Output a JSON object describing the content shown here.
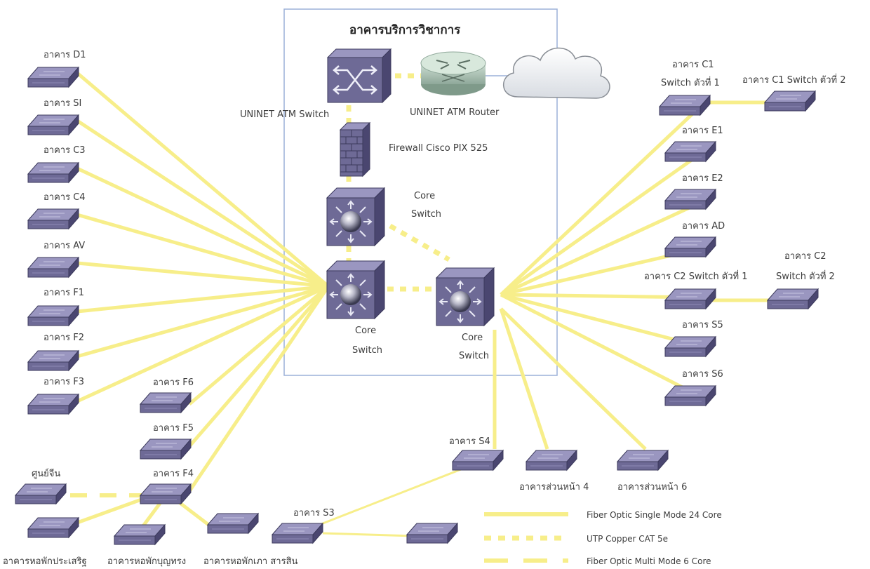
{
  "title": "อาคารบริการวิชาการ",
  "labels": {
    "d1": "อาคาร D1",
    "si": "อาคาร SI",
    "c3": "อาคาร C3",
    "c4": "อาคาร C4",
    "av": "อาคาร AV",
    "f1": "อาคาร F1",
    "f2": "อาคาร F2",
    "f3": "อาคาร F3",
    "f6": "อาคาร F6",
    "f5": "อาคาร F5",
    "f4": "อาคาร F4",
    "china": "ศูนย์จีน",
    "dorm1": "อาคารหอพักประเสริฐ",
    "dorm2": "อาคารหอพักบุญทรง",
    "dorm3": "อาคารหอพักเภา สารสิน",
    "s3": "อาคาร S3",
    "s4": "อาคาร S4",
    "front4": "อาคารส่วนหน้า 4",
    "front6": "อาคารส่วนหน้า 6",
    "c1_line1": "อาคาร C1",
    "c1_line2": "Switch ตัวที่ 1",
    "c1s2": "อาคาร C1 Switch ตัวที่ 2",
    "e1": "อาคาร E1",
    "e2": "อาคาร E2",
    "ad": "อาคาร AD",
    "c2s1": "อาคาร C2 Switch ตัวที่  1",
    "c2s2_line1": "อาคาร C2",
    "c2s2_line2": "Switch ตัวที่ 2",
    "s5": "อาคาร S5",
    "s6": "อาคาร S6",
    "atm_switch": "UNINET ATM Switch",
    "atm_router": "UNINET ATM Router",
    "firewall": "Firewall Cisco PIX 525",
    "core_top_1": "Core",
    "core_top_2": "Switch",
    "core_left_1": "Core",
    "core_left_2": "Switch",
    "core_right_1": "Core",
    "core_right_2": "Switch"
  },
  "legend": [
    {
      "label": "Fiber Optic Single Mode 24 Core",
      "style": "solid"
    },
    {
      "label": "UTP Copper CAT 5e",
      "style": "dotted"
    },
    {
      "label": "Fiber Optic Multi Mode 6 Core",
      "style": "dashed"
    }
  ],
  "colors": {
    "link": "#f7ee8a",
    "device": "#6e6a96",
    "device_dark": "#4a4670",
    "device_light": "#9a96c0",
    "box": "#9cb0d8"
  }
}
